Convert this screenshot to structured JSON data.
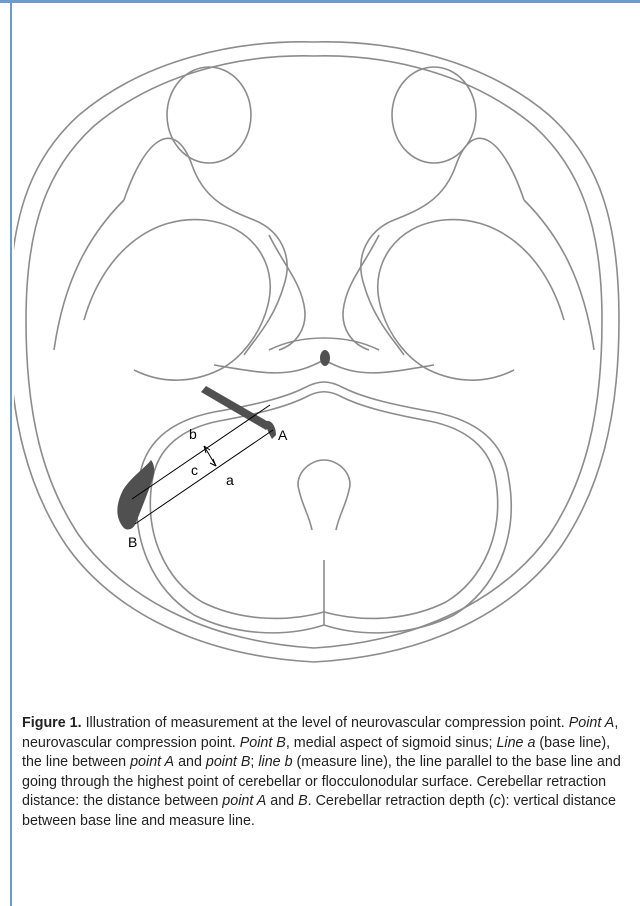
{
  "figure": {
    "labels": {
      "point_a": "A",
      "point_b": "B",
      "line_a": "a",
      "line_b": "b",
      "depth_c": "c"
    }
  },
  "caption": {
    "figure_label": "Figure 1.",
    "t1": " Illustration of measurement at the level of neurovascular compression point. ",
    "i1": "Point A",
    "t2": ", neurovascular compression point. ",
    "i2": "Point B",
    "t3": ", medial aspect of sigmoid sinus; ",
    "i3": "Line a",
    "t4": " (base line), the line between ",
    "i4": "point A",
    "t5": " and ",
    "i5": "point B",
    "t6": "; ",
    "i6": "line b",
    "t7": " (measure line), the line parallel to the base line and going through the highest point of cerebellar or flocculonodular surface. Cerebellar retraction distance: the distance between ",
    "i7": "point A",
    "t8": " and ",
    "i8": "B",
    "t9": ". Cerebellar retraction depth (",
    "i9": "c",
    "t10": "): vertical distance between base line and measure line."
  },
  "colors": {
    "outline": "#8c8c8c",
    "shaded": "#505050",
    "frame": "#6b9bd1"
  }
}
